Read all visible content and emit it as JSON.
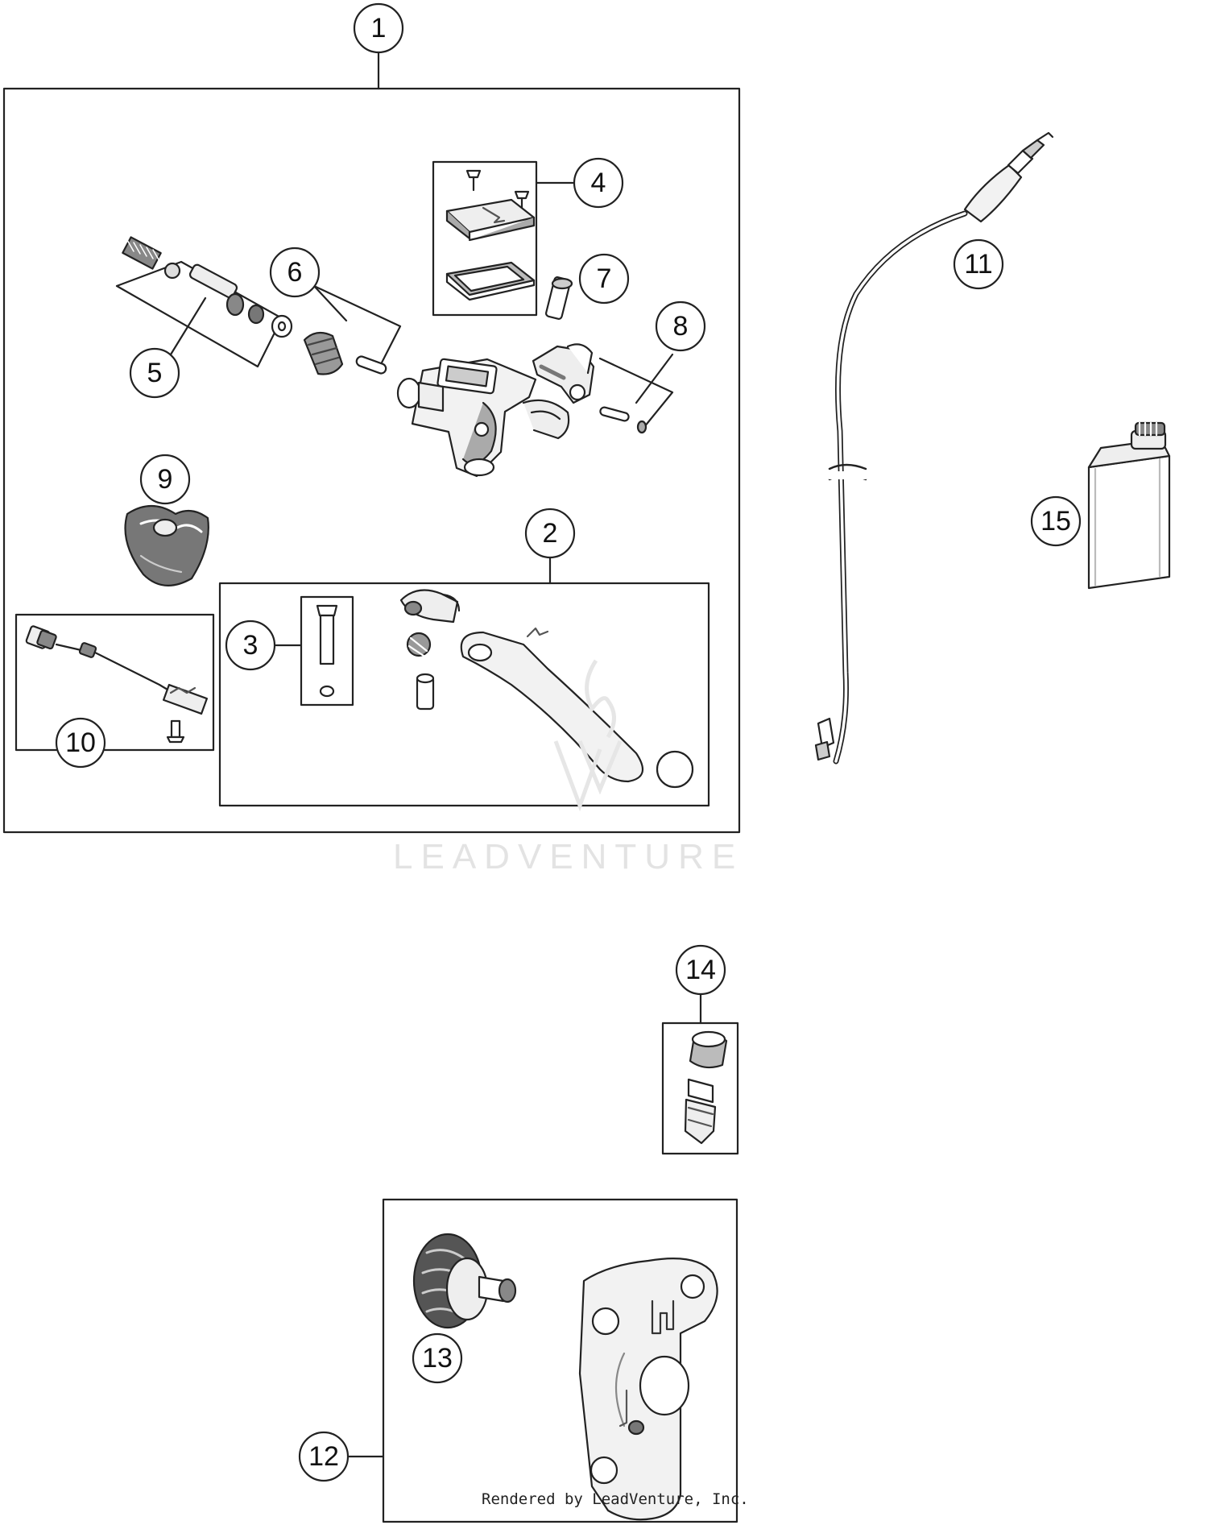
{
  "callouts": [
    {
      "id": "1",
      "label": "1"
    },
    {
      "id": "2",
      "label": "2"
    },
    {
      "id": "3",
      "label": "3"
    },
    {
      "id": "4",
      "label": "4"
    },
    {
      "id": "5",
      "label": "5"
    },
    {
      "id": "6",
      "label": "6"
    },
    {
      "id": "7",
      "label": "7"
    },
    {
      "id": "8",
      "label": "8"
    },
    {
      "id": "9",
      "label": "9"
    },
    {
      "id": "10",
      "label": "10"
    },
    {
      "id": "11",
      "label": "11"
    },
    {
      "id": "12",
      "label": "12"
    },
    {
      "id": "13",
      "label": "13"
    },
    {
      "id": "14",
      "label": "14"
    },
    {
      "id": "15",
      "label": "15"
    }
  ],
  "watermark": {
    "text": "LEADVENTURE"
  },
  "credit": {
    "text": "Rendered by LeadVenture, Inc."
  },
  "colors": {
    "line": "#222222",
    "watermark": "#e3e3e3",
    "part_fill": "#f2f2f2",
    "part_dark": "#8a8a8a"
  }
}
